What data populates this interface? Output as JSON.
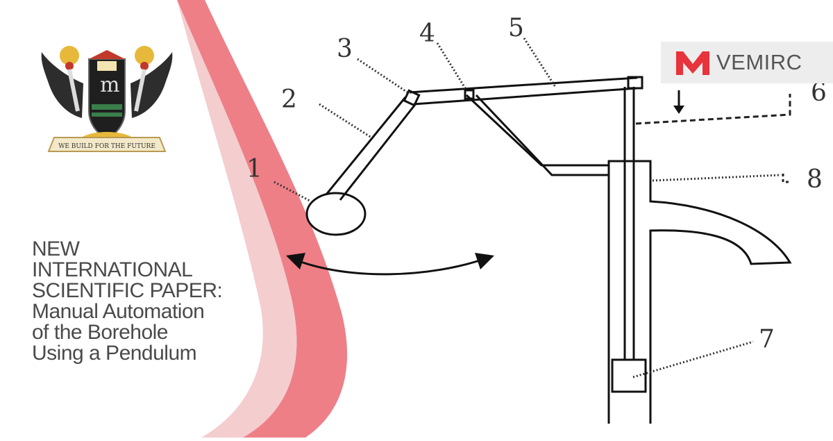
{
  "headline": {
    "lines": [
      "NEW",
      "INTERNATIONAL",
      "SCIENTIFIC PAPER:",
      "Manual Automation",
      "of the Borehole",
      "Using a Pendulum"
    ]
  },
  "brand": {
    "name": "VEMIRC",
    "mark": "M",
    "mark_color": "#e8323c"
  },
  "crest": {
    "motto": "WE BUILD FOR THE FUTURE",
    "icon": "university-crest-icon"
  },
  "diagram": {
    "labels": [
      "1",
      "2",
      "3",
      "4",
      "5",
      "6",
      "7",
      "8"
    ]
  },
  "colors": {
    "swoosh_dark": "#ee7f87",
    "swoosh_light": "#f2c4c7"
  }
}
